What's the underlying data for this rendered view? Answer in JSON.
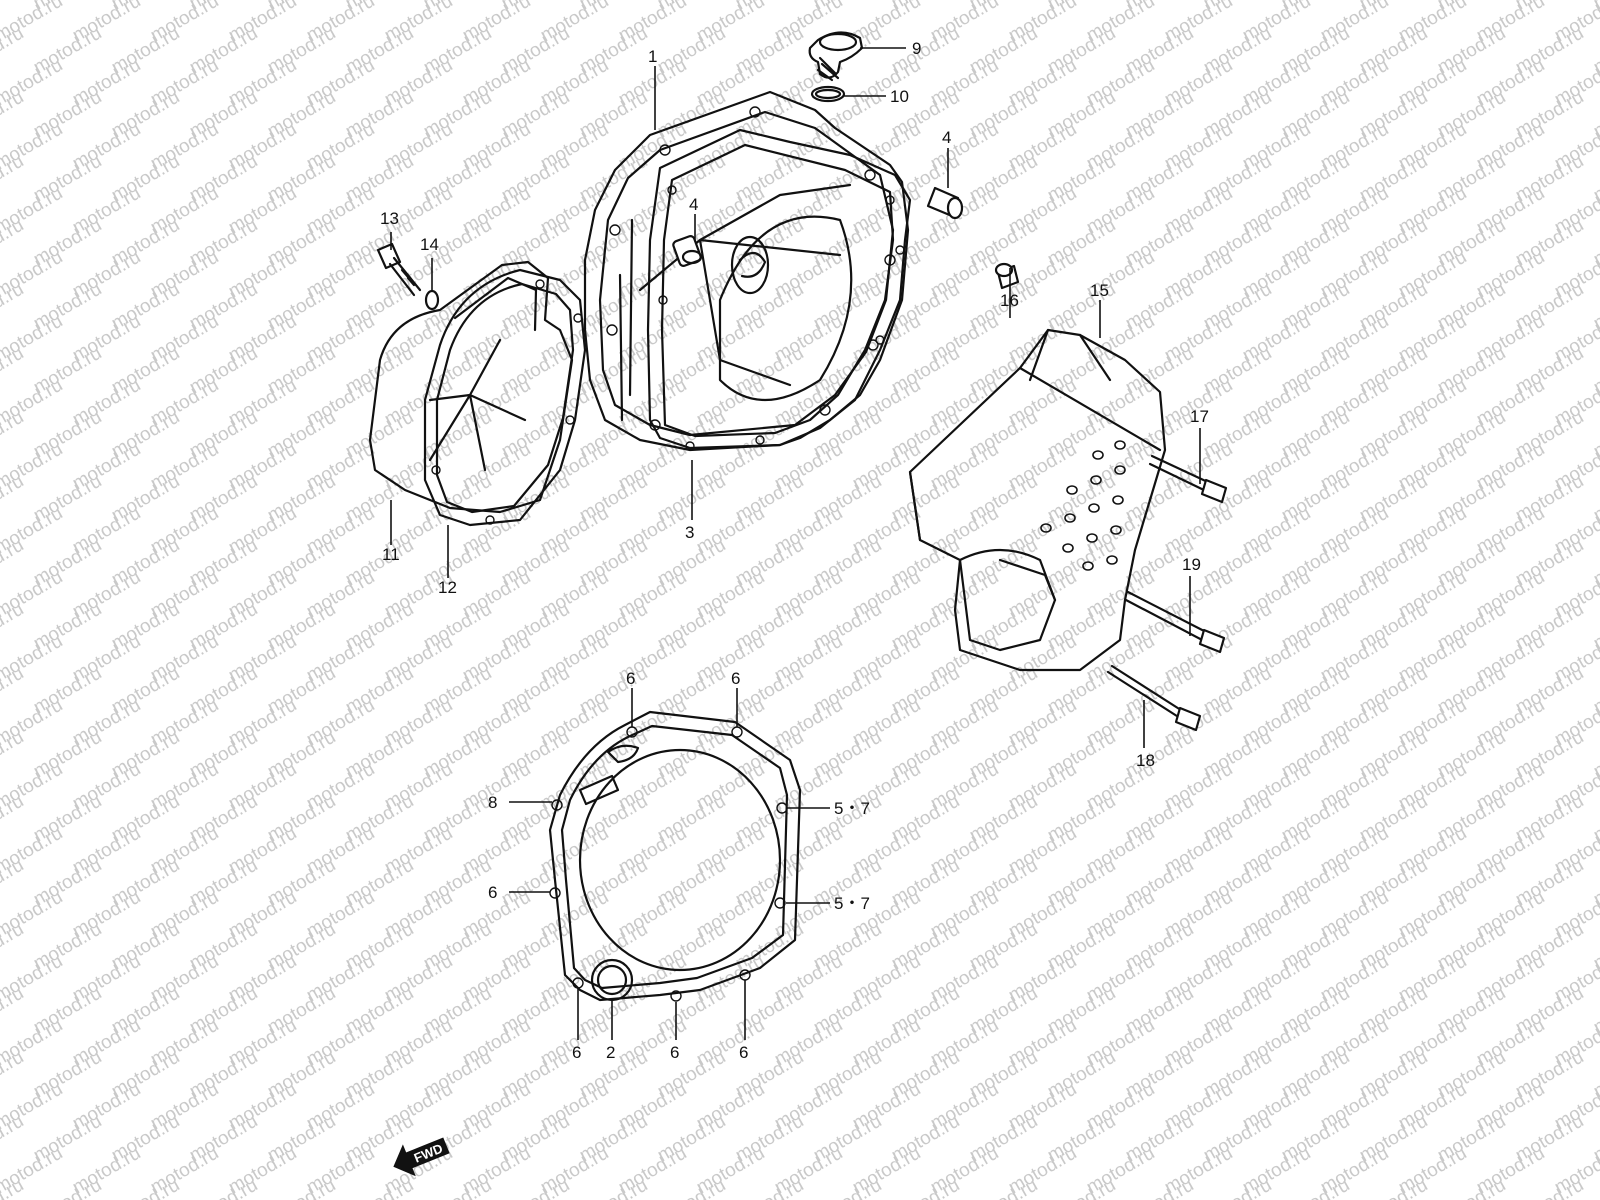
{
  "watermark": "motod.ru",
  "direction_label": "FWD",
  "callouts": {
    "c1": "1",
    "c2": "2",
    "c3": "3",
    "c4a": "4",
    "c4b": "4",
    "c5a": "5・7",
    "c5b": "5・7",
    "c6a": "6",
    "c6b": "6",
    "c6c": "6",
    "c6d": "6",
    "c6e": "6",
    "c6f": "6",
    "c8": "8",
    "c9": "9",
    "c10": "10",
    "c11": "11",
    "c12": "12",
    "c13": "13",
    "c14": "14",
    "c15": "15",
    "c16": "16",
    "c17": "17",
    "c18": "18",
    "c19": "19"
  },
  "colors": {
    "line": "#111111",
    "watermark": "#c9c9c9",
    "background": "#ffffff"
  }
}
